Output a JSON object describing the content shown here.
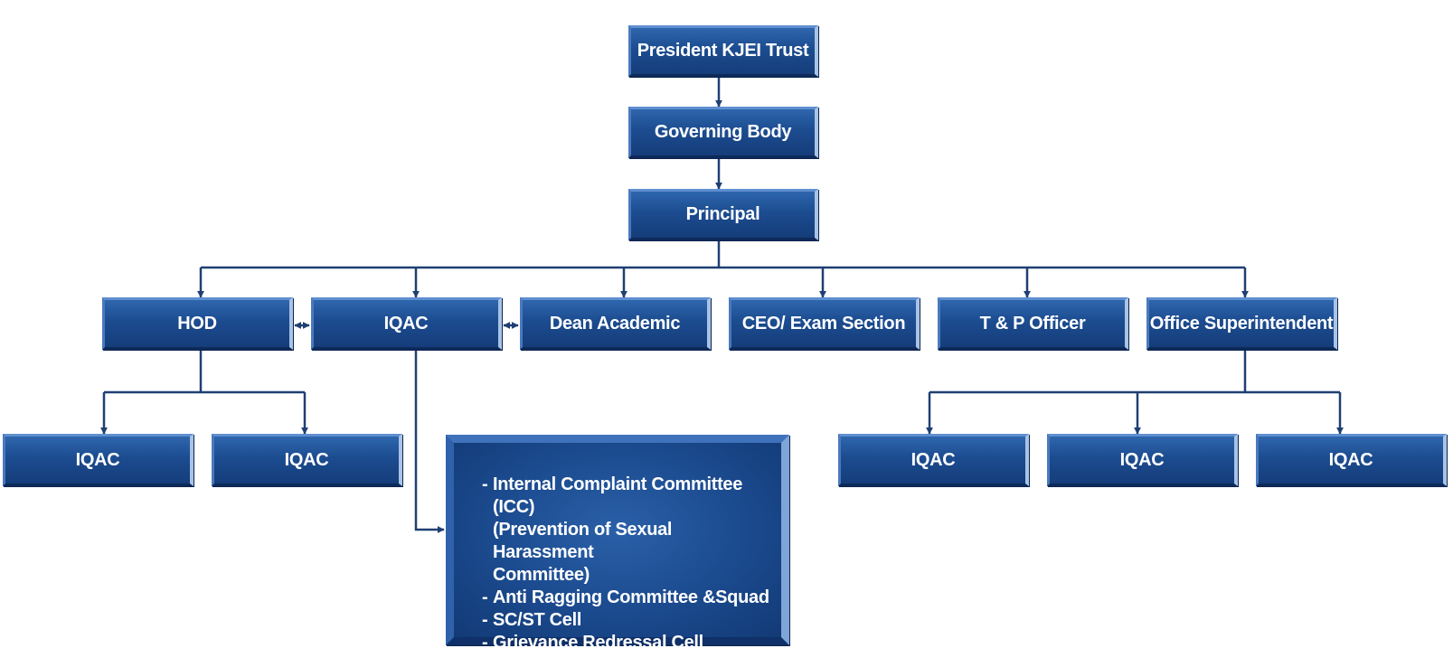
{
  "diagram": {
    "root": "President KJEI Trust",
    "governing_body": "Governing Body",
    "principal": "Principal",
    "departments": {
      "hod": "HOD",
      "iqac": "IQAC",
      "dean_academic": "Dean Academic",
      "ceo_exam": "CEO/ Exam Section",
      "tp_officer": "T & P Officer",
      "office_superintendent": "Office Superintendent"
    },
    "hod_children": [
      "IQAC",
      "IQAC"
    ],
    "superintendent_children": [
      "IQAC",
      "IQAC",
      "IQAC"
    ],
    "committees": [
      "Internal Complaint Committee (ICC)\n(Prevention of Sexual Harassment\nCommittee)",
      "Anti Ragging Committee &Squad",
      "SC/ST Cell",
      "Grievance Redressal Cell"
    ],
    "colors": {
      "box": "#1c4c90",
      "connector": "#1f3f73",
      "text": "#ffffff"
    }
  }
}
